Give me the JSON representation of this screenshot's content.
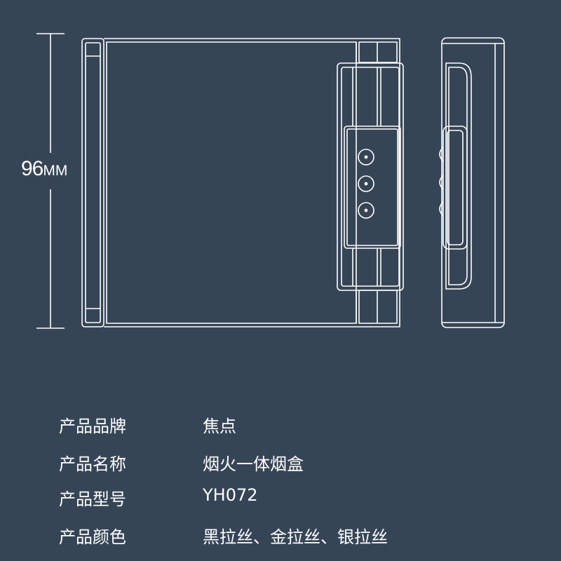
{
  "dimension": {
    "value": "96",
    "unit": "MM"
  },
  "specs": [
    {
      "label": "产品品牌",
      "value": "焦点"
    },
    {
      "label": "产品名称",
      "value": "烟火一体烟盒"
    },
    {
      "label": "产品型号",
      "value": "YH072"
    },
    {
      "label": "产品颜色",
      "value": "黑拉丝、金拉丝、银拉丝"
    }
  ],
  "colors": {
    "background": "#364556",
    "line": "#ffffff"
  }
}
